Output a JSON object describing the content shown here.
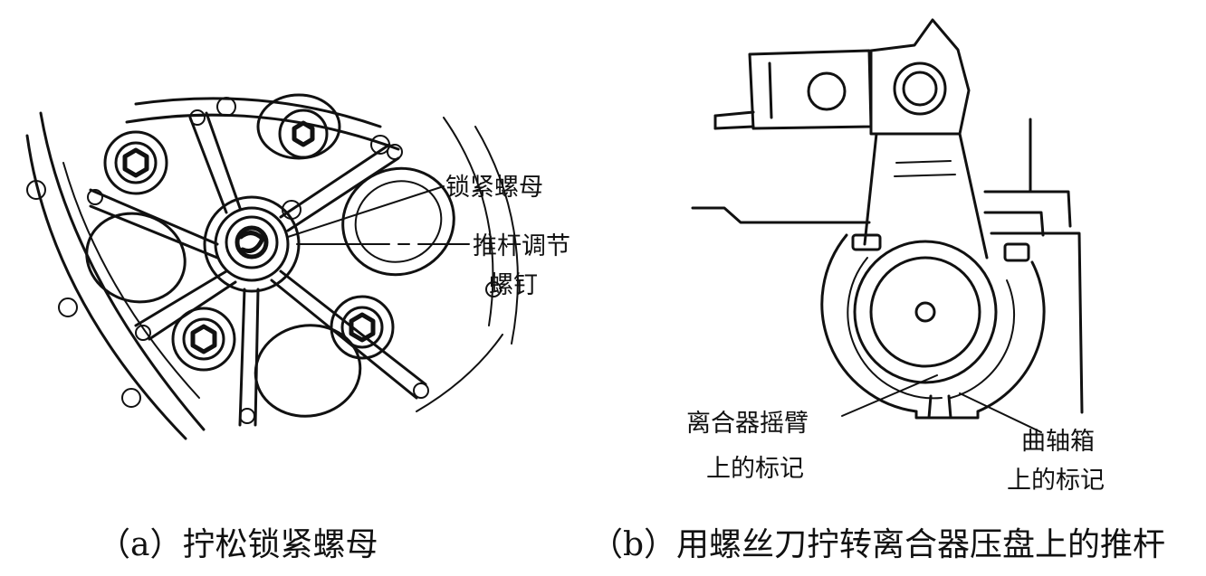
{
  "figure_a": {
    "labels": {
      "lock_nut": "锁紧螺母",
      "pushrod_adjust_line1": "推杆调节",
      "pushrod_adjust_line2": "螺钉"
    },
    "caption": "（a）拧松锁紧螺母"
  },
  "figure_b": {
    "labels": {
      "clutch_arm_mark_line1": "离合器摇臂",
      "clutch_arm_mark_line2": "上的标记",
      "crankcase_mark_line1": "曲轴箱",
      "crankcase_mark_line2": "上的标记"
    },
    "caption": "（b）用螺丝刀拧转离合器压盘上的推杆"
  }
}
